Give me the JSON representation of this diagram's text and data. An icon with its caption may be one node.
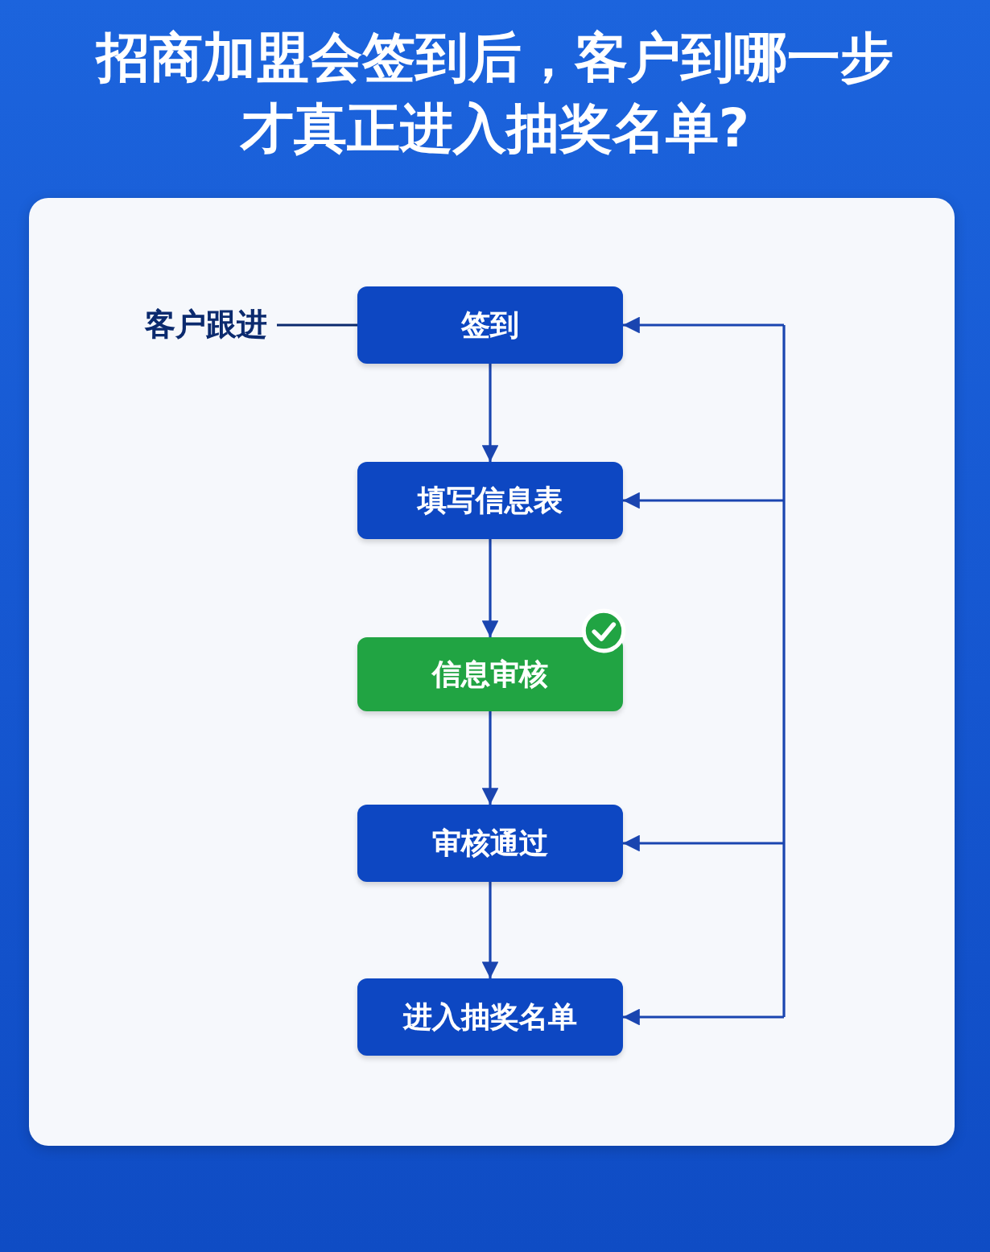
{
  "diagram": {
    "title": "招商加盟会签到后，客户到哪一步才真正进入抽奖名单?",
    "nodes": [
      {
        "text": [],
        "shape": "box"
      },
      {
        "text": [
          "客户跟进"
        ],
        "in": 0
      },
      {
        "text": [
          "签到"
        ],
        "in": 0
      },
      {
        "text": [
          "填写信息表"
        ],
        "in": 0
      },
      {
        "text": [
          "信息审核"
        ],
        "in": 0
      },
      {
        "text": [],
        "shape": "circle",
        "in": 0
      },
      {
        "text": [
          "审核通过"
        ],
        "in": 0
      },
      {
        "text": [
          "进入抽奖名单"
        ],
        "in": 0
      }
    ],
    "edges": [
      {
        "from": 1,
        "to": 2,
        "arrow": "none"
      },
      {
        "from": 2,
        "to": 3,
        "arrow": "to"
      },
      {
        "from": 3,
        "to": 4,
        "arrow": "to"
      },
      {
        "from": 4,
        "to": 6,
        "arrow": "to"
      },
      {
        "from": 6,
        "to": 7,
        "arrow": "to"
      },
      {
        "from": null,
        "to": 2,
        "arrow": "to"
      },
      {
        "from": null,
        "to": 3,
        "arrow": "to"
      },
      {
        "from": null,
        "to": 6,
        "arrow": "to"
      },
      {
        "from": null,
        "to": 7,
        "arrow": "to"
      }
    ]
  }
}
